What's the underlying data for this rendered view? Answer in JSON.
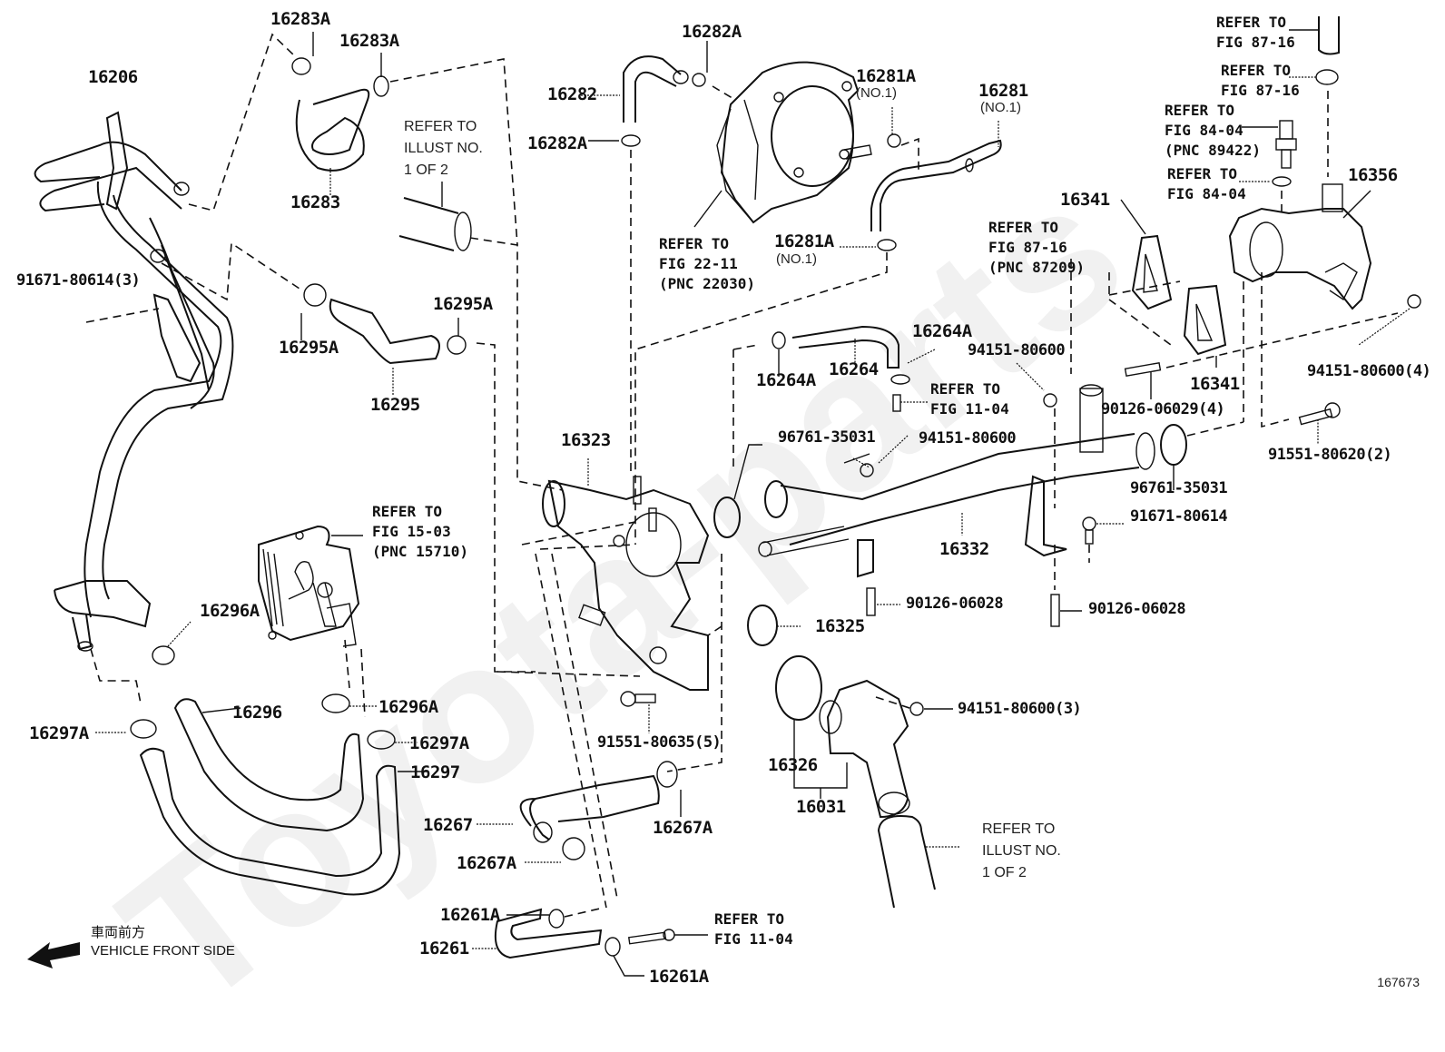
{
  "diagram": {
    "title": "Water pipe / coolant hose parts diagram",
    "illustration_number": "167673",
    "direction": {
      "jp": "車両前方",
      "en": "VEHICLE FRONT SIDE"
    },
    "watermark": "Toyota-parts"
  },
  "labels": {
    "p16206": "16206",
    "p16283A_1": "16283A",
    "p16283A_2": "16283A",
    "p16283": "16283",
    "p16282A_top": "16282A",
    "p16282": "16282",
    "p16282A_left": "16282A",
    "p16281A_top": "16281A",
    "p16281A_top_sub": "(NO.1)",
    "p16281": "16281",
    "p16281_sub": "(NO.1)",
    "p16281A_bot": "16281A",
    "p16281A_bot_sub": "(NO.1)",
    "p91671_3": "91671-80614(3)",
    "p16295A_1": "16295A",
    "p16295A_2": "16295A",
    "p16295": "16295",
    "p16264A_1": "16264A",
    "p16264A_2": "16264A",
    "p16264": "16264",
    "p94151_top": "94151-80600",
    "p16341_1": "16341",
    "p16341_2": "16341",
    "p16356": "16356",
    "p94151_4": "94151-80600(4)",
    "p90126_4": "90126-06029(4)",
    "p91551_2": "91551-80620(2)",
    "p96761_right": "96761-35031",
    "p91671_right": "91671-80614",
    "p16323": "16323",
    "p96761_mid": "96761-35031",
    "p94151_mid": "94151-80600",
    "p16332": "16332",
    "p90126_a": "90126-06028",
    "p90126_b": "90126-06028",
    "p16325": "16325",
    "p91551_5": "91551-80635(5)",
    "p94151_3": "94151-80600(3)",
    "p16326": "16326",
    "p16031": "16031",
    "p16296A_1": "16296A",
    "p16296A_2": "16296A",
    "p16296": "16296",
    "p16297A_1": "16297A",
    "p16297A_2": "16297A",
    "p16297": "16297",
    "p16267": "16267",
    "p16267A_1": "16267A",
    "p16267A_2": "16267A",
    "p16261A_1": "16261A",
    "p16261": "16261",
    "p16261A_2": "16261A"
  },
  "references": {
    "illust_top": "REFER TO\nILLUST NO.\n1 OF 2",
    "illust_bottom": "REFER TO\nILLUST NO.\n1 OF 2",
    "fig22_11": "REFER TO\nFIG 22-11\n(PNC 22030)",
    "fig87_16_a": "REFER TO\nFIG 87-16",
    "fig87_16_b": "REFER TO\nFIG 87-16",
    "fig84_04_a": "REFER TO\nFIG 84-04\n(PNC 89422)",
    "fig84_04_b": "REFER TO\nFIG 84-04",
    "fig87_16_c": "REFER TO\nFIG 87-16\n(PNC 87209)",
    "fig11_04_a": "REFER TO\nFIG 11-04",
    "fig15_03": "REFER TO\nFIG 15-03\n(PNC 15710)",
    "fig11_04_b": "REFER TO\nFIG 11-04"
  }
}
